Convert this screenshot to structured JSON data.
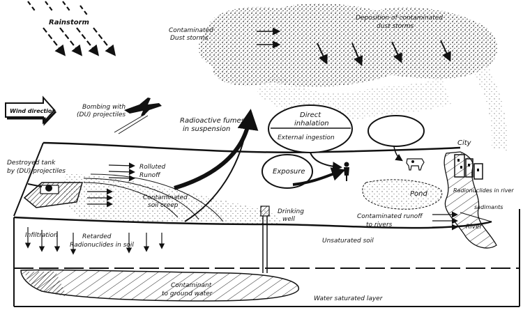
{
  "labels": {
    "rainstorm": "Rainstorm",
    "contaminated_dust_storms_1": "Contaminated",
    "contaminated_dust_storms_2": "Dust storms",
    "deposition_1": "Deposition of contaminated",
    "deposition_2": "dust storms",
    "wind_direction": "Wind direction",
    "bombing_1": "Bombing with",
    "bombing_2": "(DU) projectiles",
    "fumes_1": "Radioactive fumes",
    "fumes_2": "in suspension",
    "direct_inhalation_1": "Direct",
    "direct_inhalation_2": "inhalation",
    "external_ingestion": "External ingestion",
    "exposure": "Exposure",
    "city": "City",
    "destroyed_tank_1": "Destroyed tank",
    "destroyed_tank_2": "by (DU) projectiles",
    "polluted_runoff_1": "Rolluted",
    "polluted_runoff_2": "Runoff",
    "soil_creep_1": "Contaminated",
    "soil_creep_2": "soil creep",
    "drinking_well_1": "Drinking",
    "drinking_well_2": "well",
    "pond": "Pond",
    "river_sediments_1": "Radionuclides in river",
    "river_sediments_2": "sadimants",
    "contaminated_runoff_1": "Contaminated runoff",
    "contaminated_runoff_2": "to rivers",
    "river": "River",
    "infiltration": "Infiltration",
    "retarded_1": "Retarded",
    "retarded_2": "Radionuclides in soil",
    "unsaturated_soil": "Unsaturated soil",
    "contaminant_1": "Contaminant",
    "contaminant_2": "to ground water",
    "water_saturated_layer": "Water saturated layer"
  }
}
